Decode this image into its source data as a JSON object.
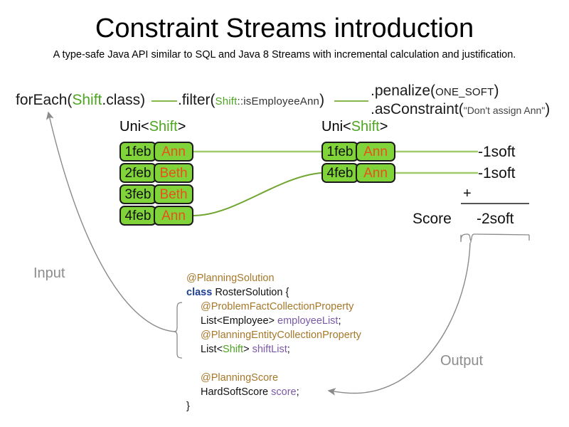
{
  "header": {
    "title": "Constraint Streams introduction",
    "subtitle": "A type-safe Java API similar to SQL and Java 8 Streams with incremental calculation and justification."
  },
  "pipeline": {
    "foreach": {
      "method": "forEach(",
      "type": "Shift",
      "tail": ".class)"
    },
    "filter": {
      "method": ".filter(",
      "ref": "Shift",
      "tail": "::isEmployeeAnn",
      "close": ")"
    },
    "penalize": {
      "method": ".penalize(",
      "arg": "ONE_SOFT",
      "close": ")"
    },
    "asconstraint": {
      "method": ".asConstraint(",
      "arg": "\"Don't assign Ann\"",
      "close": ")"
    }
  },
  "streams": {
    "left": {
      "type_label_prefix": "Uni<",
      "type_label_generic": "Shift",
      "type_label_suffix": ">",
      "facts": [
        {
          "date": "1feb",
          "employee": "Ann"
        },
        {
          "date": "2feb",
          "employee": "Beth"
        },
        {
          "date": "3feb",
          "employee": "Beth"
        },
        {
          "date": "4feb",
          "employee": "Ann"
        }
      ]
    },
    "right": {
      "type_label_prefix": "Uni<",
      "type_label_generic": "Shift",
      "type_label_suffix": ">",
      "facts": [
        {
          "date": "1feb",
          "employee": "Ann"
        },
        {
          "date": "4feb",
          "employee": "Ann"
        }
      ]
    }
  },
  "score": {
    "impacts": [
      "-1soft",
      "-1soft"
    ],
    "operator": "+",
    "label": "Score",
    "total": "-2soft"
  },
  "code": {
    "lines": [
      {
        "indent": 1,
        "tokens": [
          {
            "t": "@PlanningSolution",
            "c": "anno"
          }
        ]
      },
      {
        "indent": 1,
        "tokens": [
          {
            "t": "class ",
            "c": "kw"
          },
          {
            "t": "RosterSolution {",
            "c": "plain"
          }
        ]
      },
      {
        "indent": 2,
        "tokens": [
          {
            "t": "@ProblemFactCollectionProperty",
            "c": "anno"
          }
        ]
      },
      {
        "indent": 2,
        "tokens": [
          {
            "t": "List<Employee> ",
            "c": "plain"
          },
          {
            "t": "employeeList",
            "c": "field"
          },
          {
            "t": ";",
            "c": "plain"
          }
        ]
      },
      {
        "indent": 2,
        "tokens": [
          {
            "t": "@PlanningEntityCollectionProperty",
            "c": "anno"
          }
        ]
      },
      {
        "indent": 2,
        "tokens": [
          {
            "t": "List<",
            "c": "plain"
          },
          {
            "t": "Shift",
            "c": "green"
          },
          {
            "t": "> ",
            "c": "plain"
          },
          {
            "t": "shiftList",
            "c": "field"
          },
          {
            "t": ";",
            "c": "plain"
          }
        ]
      },
      {
        "indent": 1,
        "tokens": [
          {
            "t": " ",
            "c": "plain"
          }
        ]
      },
      {
        "indent": 2,
        "tokens": [
          {
            "t": "@PlanningScore",
            "c": "anno"
          }
        ]
      },
      {
        "indent": 2,
        "tokens": [
          {
            "t": "HardSoftScore ",
            "c": "plain"
          },
          {
            "t": "score",
            "c": "field"
          },
          {
            "t": ";",
            "c": "plain"
          }
        ]
      },
      {
        "indent": 1,
        "tokens": [
          {
            "t": "}",
            "c": "plain"
          }
        ]
      }
    ]
  },
  "annotations": {
    "input_label": "Input",
    "output_label": "Output"
  },
  "colors": {
    "fact_fill": "#80d43a",
    "fact_border": "#1b1b1b",
    "employee_text": "#e8511c",
    "stream_link": "#85b74a",
    "type_green": "#4da522",
    "annotation_gold": "#a6782a",
    "keyword_blue": "#1c3f94",
    "field_purple": "#7a5aa8",
    "io_gray": "#8c8c8c"
  }
}
